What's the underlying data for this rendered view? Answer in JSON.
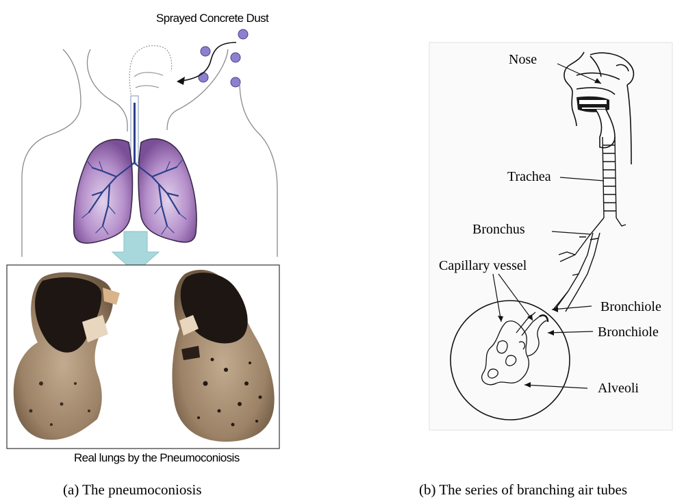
{
  "panel_a": {
    "dust_label": "Sprayed Concrete Dust",
    "photo_caption": "Real lungs by the Pneumoconiosis",
    "caption": "(a) The pneumoconiosis"
  },
  "panel_b": {
    "labels": {
      "nose": "Nose",
      "trachea": "Trachea",
      "bronchus": "Bronchus",
      "capillary_vessel": "Capillary vessel",
      "bronchiole_1": "Bronchiole",
      "bronchiole_2": "Bronchiole",
      "alveoli": "Alveoli"
    },
    "caption": "(b) The series of branching air tubes"
  },
  "colors": {
    "dust_particle": "#8f7fcf",
    "lung_fill": "#a07ab8",
    "lung_outline": "#3a2a4a",
    "airway": "#2b3f8a",
    "arrow_fill": "#a8d8dc",
    "lung_tissue": "#9c8266",
    "lung_dark": "#1e1612"
  }
}
